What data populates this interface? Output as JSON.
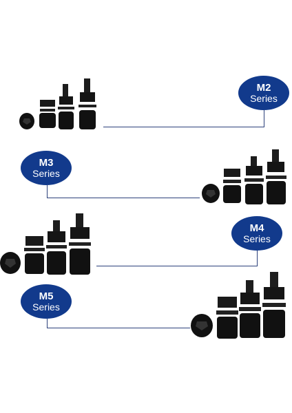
{
  "rows": [
    {
      "size": "M2",
      "series": "Series"
    },
    {
      "size": "M3",
      "series": "Series"
    },
    {
      "size": "M4",
      "series": "Series"
    },
    {
      "size": "M5",
      "series": "Series"
    }
  ],
  "colors": {
    "badge": "#123a8c",
    "line": "#2a3f7a",
    "hardware": "#111111"
  }
}
